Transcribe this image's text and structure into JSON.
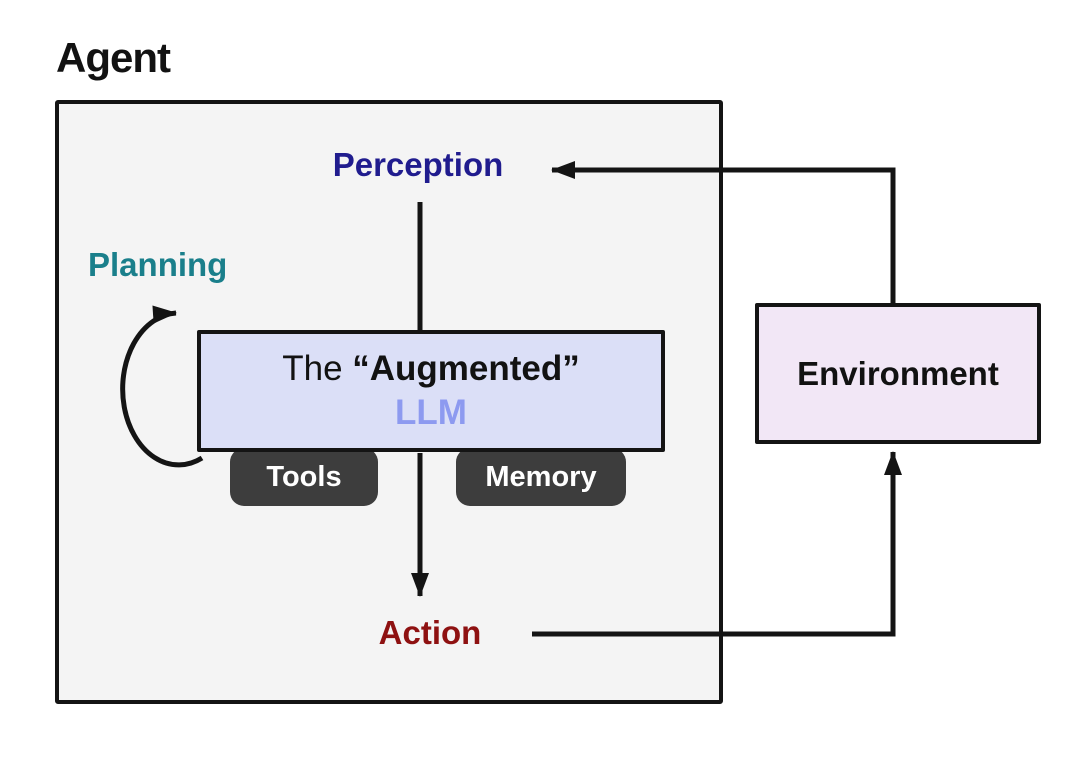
{
  "title": "Agent",
  "agent": {
    "perception": "Perception",
    "planning": "Planning",
    "action": "Action",
    "llm": {
      "line1_regular": "The ",
      "line1_bold": "“Augmented”",
      "line2": "LLM"
    },
    "tabs": {
      "tools": "Tools",
      "memory": "Memory"
    }
  },
  "environment": {
    "label": "Environment"
  },
  "colors": {
    "perception_text": "#201c8e",
    "planning_text": "#1a7f8b",
    "action_text": "#8e1111",
    "llm_accent_text": "#8d9af0",
    "llm_box_fill": "#dbdff7",
    "environment_fill": "#f2e7f6",
    "agent_box_fill": "#f4f4f4",
    "tab_fill": "#3d3d3d",
    "arrow_color": "#141414"
  }
}
